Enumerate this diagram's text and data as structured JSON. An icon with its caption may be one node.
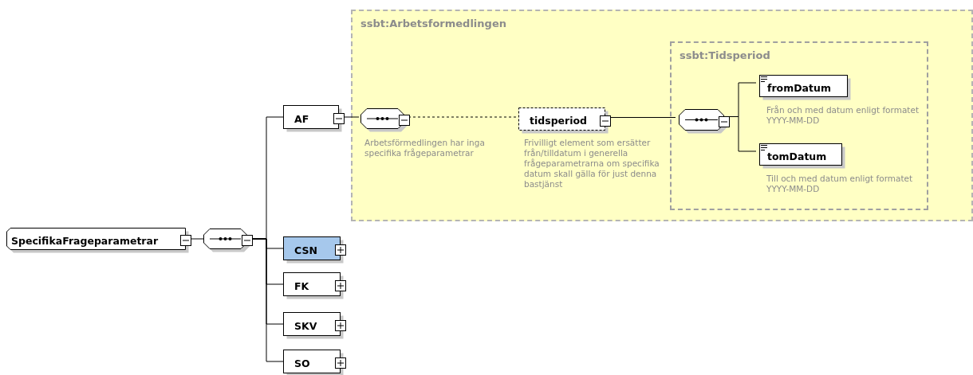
{
  "diagram": {
    "nodes": [
      {
        "text": [
          "SpecifikaFrageparametrar"
        ]
      },
      {
        "text": [],
        "shape": "octagon"
      },
      {
        "text": [
          "AF"
        ]
      },
      {
        "text": [
          "ssbt:Arbetsformedlingen"
        ]
      },
      {
        "text": [],
        "shape": "octagon",
        "in": 3,
        "beside": [
          "Arbetsförmedlingen har inga specifika frågeparametrar"
        ]
      },
      {
        "text": [
          "tidsperiod"
        ],
        "in": 3,
        "beside": [
          "Frivilligt element som ersätter från/tilldatum i generella frågeparametrarna om specifika datum skall gälla för just denna bastjänst"
        ]
      },
      {
        "text": [
          "ssbt:Tidsperiod"
        ],
        "in": 3
      },
      {
        "text": [],
        "shape": "octagon",
        "in": 6
      },
      {
        "text": [
          "fromDatum"
        ],
        "in": 6,
        "beside": [
          "Från och med datum enligt formatet YYYY-MM-DD"
        ]
      },
      {
        "text": [
          "tomDatum"
        ],
        "in": 6,
        "beside": [
          "Till och med datum enligt formatet YYYY-MM-DD"
        ]
      },
      {
        "text": [
          "CSN"
        ]
      },
      {
        "text": [
          "FK"
        ]
      },
      {
        "text": [
          "SKV"
        ]
      },
      {
        "text": [
          "SO"
        ]
      }
    ],
    "edges": [
      {
        "from": 0,
        "to": 1,
        "arrow": "none"
      },
      {
        "from": 1,
        "to": 2,
        "arrow": "none"
      },
      {
        "from": 1,
        "to": 10,
        "arrow": "none"
      },
      {
        "from": 1,
        "to": 11,
        "arrow": "none"
      },
      {
        "from": 1,
        "to": 12,
        "arrow": "none"
      },
      {
        "from": 1,
        "to": 13,
        "arrow": "none"
      },
      {
        "from": 2,
        "to": 4,
        "arrow": "none"
      },
      {
        "from": 4,
        "to": 5,
        "arrow": "none",
        "style": "dashed"
      },
      {
        "from": 5,
        "to": 7,
        "arrow": "none"
      },
      {
        "from": 7,
        "to": 8,
        "arrow": "none"
      },
      {
        "from": 7,
        "to": 9,
        "arrow": "none"
      }
    ]
  }
}
